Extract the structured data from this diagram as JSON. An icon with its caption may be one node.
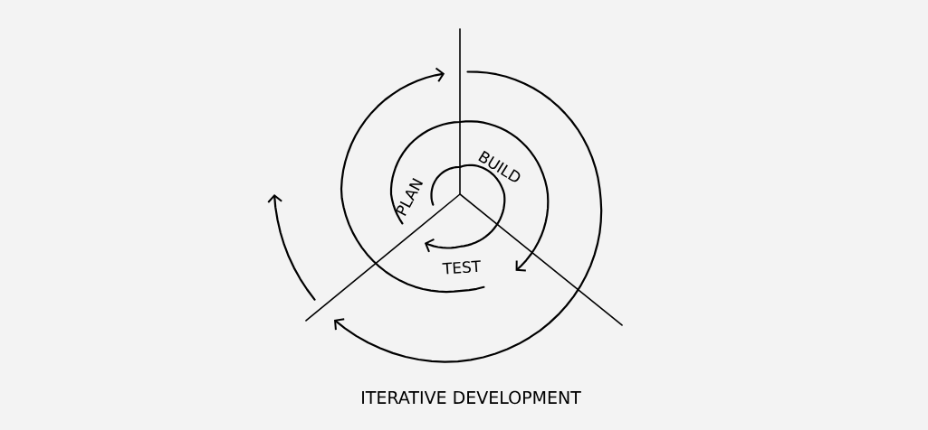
{
  "diagram": {
    "caption": "ITERATIVE DEVELOPMENT",
    "labels": [
      "PLAN",
      "BUILD",
      "TEST"
    ]
  }
}
